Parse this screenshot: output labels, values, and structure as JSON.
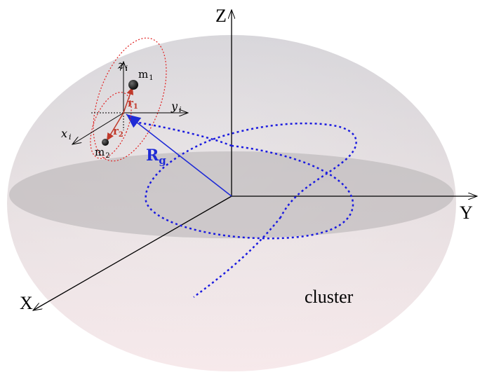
{
  "axes": {
    "x_label": "X",
    "y_label": "Y",
    "z_label": "Z"
  },
  "local_axes": {
    "x_label": "x",
    "x_sub": "i",
    "y_label": "y",
    "y_sub": "i",
    "z_label": "z",
    "z_sub": "i"
  },
  "masses": {
    "m1_label": "m",
    "m1_sub": "1",
    "m2_label": "m",
    "m2_sub": "2"
  },
  "vectors": {
    "r1_label": "r",
    "r1_sub": "1",
    "r2_label": "r",
    "r2_sub": "2",
    "rg_label": "R",
    "rg_sub": "g"
  },
  "region_label": "cluster",
  "colors": {
    "ellipsoid_top": "#d2d0d4",
    "ellipsoid_bottom": "#f6e8ea",
    "equatorial_disk": "#b8b5b6",
    "axes": "#000000",
    "orbit": "#1a1adf",
    "rg_vector": "#1f2bd6",
    "binary_vectors": "#c0392b",
    "binary_orbits": "#e02020"
  }
}
